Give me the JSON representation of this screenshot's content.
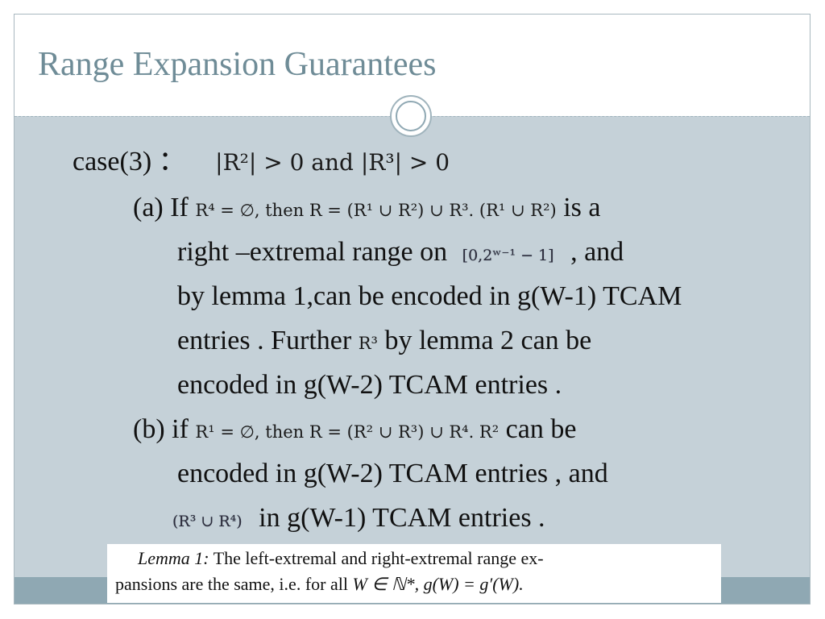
{
  "title": "Range Expansion Guarantees",
  "case": {
    "label": "case(3) ：",
    "condition": "|R²| > 0 and |R³| > 0"
  },
  "item_a": {
    "prefix": "(a) If",
    "cond": "R⁴ = ∅",
    "then": ", then R = ",
    "expr": "(R¹ ∪ R²) ∪ R³. (R¹ ∪ R²)",
    "suffix": "is a",
    "line2_text": "right –extremal range on",
    "line2_range": "[0,2ʷ⁻¹ − 1]",
    "line2_end": ", and",
    "line3": "by lemma 1,can be encoded in g(W-1) TCAM",
    "line4_start": "entries . Further",
    "line4_math": "R³",
    "line4_end": "by lemma 2 can be",
    "line5": "encoded in g(W-2) TCAM entries ."
  },
  "item_b": {
    "prefix": "(b) if",
    "cond": "R¹ = ∅",
    "then": ", then R = ",
    "expr": "(R² ∪ R³) ∪ R⁴. R²",
    "suffix": "can be",
    "line2": "encoded in g(W-2) TCAM entries , and",
    "line3_math": "(R³ ∪ R⁴)",
    "line3_end": "in g(W-1) TCAM entries ."
  },
  "lemma": {
    "lead": "Lemma 1:",
    "line1_rest": "The left-extremal and right-extremal range ex-",
    "line2_start": "pansions are the same, i.e. for all",
    "line2_math": "W ∈ ℕ*, g(W) = g′(W)."
  }
}
